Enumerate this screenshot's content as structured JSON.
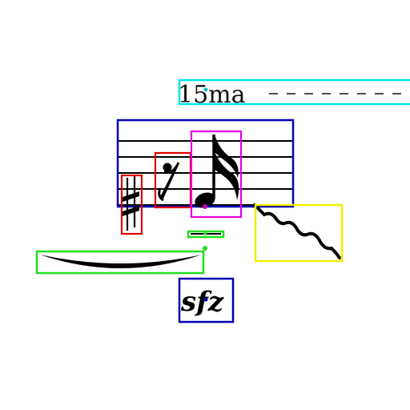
{
  "ottava": {
    "label": "15ma",
    "box_color": "#00e5ee"
  },
  "staff": {
    "line_count": 5,
    "box_color": "#0000b4"
  },
  "accidental": {
    "symbol": "sharp",
    "box_color": "#e00000"
  },
  "rest": {
    "symbol": "eighth-rest",
    "box_color": "#e00000"
  },
  "note": {
    "symbol": "sixteenth-note",
    "box_color": "#e000e0"
  },
  "tie": {
    "symbol": "tie",
    "box_color": "#22dd22"
  },
  "trill_wavy": {
    "symbol": "trill-wavy-line",
    "box_color": "#f0f000"
  },
  "dynamic": {
    "label": "sfz",
    "box_color": "#0000b4"
  },
  "small_mark": {
    "symbol": "tenuto-dash",
    "box_color": "#22dd22"
  }
}
